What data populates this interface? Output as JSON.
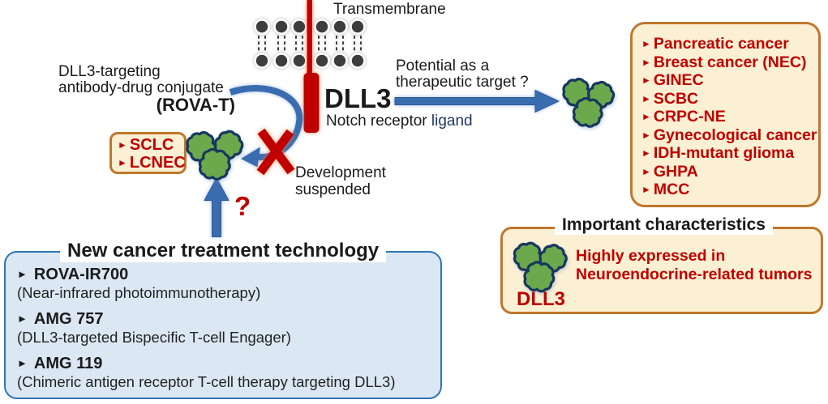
{
  "bullet": "►",
  "colors": {
    "red": "#C00000",
    "blue": "#3A6DB0",
    "blueDark": "#2B5A96",
    "navy": "#1F3864",
    "green": "#6CA84C",
    "greenOutline": "#17375E",
    "cream": "#FBF0D3",
    "creamBorder": "#C0772B",
    "lightBlue": "#DBE8F4",
    "blueBorder": "#2E75B6",
    "membraneDot": "#3D3D3D",
    "textBlack": "#1a1a1a"
  },
  "membrane": {
    "label": "Transmembrane"
  },
  "dll3": {
    "name": "DLL3",
    "subtitle_black": "Notch receptor ",
    "subtitle_blue": "ligand"
  },
  "adc": {
    "line1": "DLL3-targeting",
    "line2": "antibody-drug conjugate",
    "line3": "(ROVA-T)"
  },
  "suspension": {
    "line1": "Development",
    "line2": "suspended"
  },
  "question_mark": "?",
  "potential": {
    "line1": "Potential as a",
    "line2": "therapeutic target ?"
  },
  "approved_box": {
    "items": [
      "SCLC",
      "LCNEC"
    ]
  },
  "candidate_box": {
    "items": [
      "Pancreatic cancer",
      "Breast cancer (NEC)",
      "GINEC",
      "SCBC",
      "CRPC-NE",
      "Gynecological cancer",
      "IDH-mutant glioma",
      "GHPA",
      "MCC"
    ]
  },
  "characteristics_box": {
    "title": "Important characteristics",
    "dll3_label": "DLL3",
    "line1": "Highly expressed in",
    "line2": "Neuroendocrine-related tumors"
  },
  "treatment_box": {
    "title": "New cancer treatment technology",
    "items": [
      {
        "name": "ROVA-IR700",
        "desc": "(Near-infrared photoimmunotherapy)"
      },
      {
        "name": "AMG 757",
        "desc": "(DLL3-targeted Bispecific T-cell Engager)"
      },
      {
        "name": "AMG 119",
        "desc": "(Chimeric antigen receptor T-cell therapy targeting DLL3)"
      }
    ]
  }
}
